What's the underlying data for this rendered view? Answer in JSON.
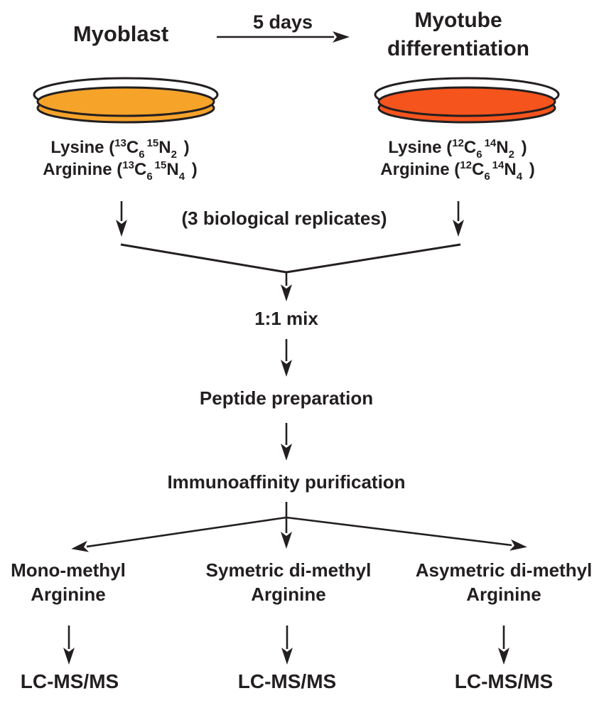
{
  "palette": {
    "ink": "#231f20",
    "myoblast_dish_fill": "#F6A32A",
    "myotube_dish_fill": "#F5541C",
    "background": "#ffffff"
  },
  "header": {
    "left_title": "Myoblast",
    "transition_label": "5 days",
    "right_title_line1": "Myotube",
    "right_title_line2": "differentiation"
  },
  "labeling": {
    "left": {
      "lysine": {
        "prefix": "Lysine (",
        "sup1": "13",
        "base1": "C",
        "sub1": "6",
        "sup2": "15",
        "base2": "N",
        "sub2": "2",
        "suffix": " )"
      },
      "arginine": {
        "prefix": "Arginine (",
        "sup1": "13",
        "base1": "C",
        "sub1": "6",
        "sup2": "15",
        "base2": "N",
        "sub2": "4",
        "suffix": " )"
      }
    },
    "right": {
      "lysine": {
        "prefix": "Lysine (",
        "sup1": "12",
        "base1": "C",
        "sub1": "6",
        "sup2": "14",
        "base2": "N",
        "sub2": "2",
        "suffix": " )"
      },
      "arginine": {
        "prefix": "Arginine (",
        "sup1": "12",
        "base1": "C",
        "sub1": "6",
        "sup2": "14",
        "base2": "N",
        "sub2": "4",
        "suffix": " )"
      }
    }
  },
  "workflow": {
    "replicates_note": "(3 biological replicates)",
    "mix_label": "1:1 mix",
    "peptide_label": "Peptide preparation",
    "purification_label": "Immunoaffinity purification"
  },
  "branches": [
    {
      "line1": "Mono-methyl",
      "line2": "Arginine",
      "output": "LC-MS/MS"
    },
    {
      "line1": "Symetric di-methyl",
      "line2": "Arginine",
      "output": "LC-MS/MS"
    },
    {
      "line1": "Asymetric di-methyl",
      "line2": "Arginine",
      "output": "LC-MS/MS"
    }
  ]
}
